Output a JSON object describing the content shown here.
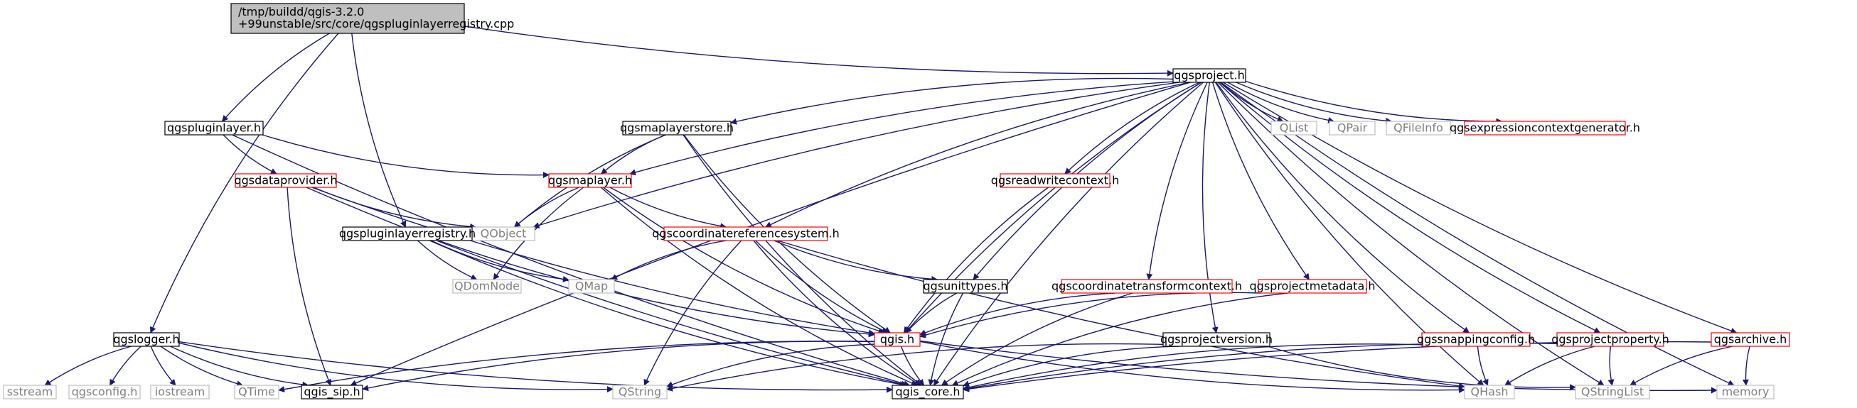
{
  "colors": {
    "edge": "#191970",
    "root_fill": "#bfbfbf",
    "documented_border": "#000000",
    "undocumented_border": "#ff0000",
    "external_border": "#bfbfbf",
    "external_text": "#7f7f7f"
  },
  "nodes": {
    "root": "/tmp/buildd/qgis-3.2.0\n+99unstable/src/core/qgspluginlayerregistry.cpp",
    "qgsproject": "qgsproject.h",
    "qgspluginlayer": "qgspluginlayer.h",
    "qgsdataprovider": "qgsdataprovider.h",
    "qgsmaplayerstore": "qgsmaplayerstore.h",
    "qgsmaplayer": "qgsmaplayer.h",
    "qobject": "QObject",
    "qgspluginlayerregistry": "qgspluginlayerregistry.h",
    "qdomnode": "QDomNode",
    "qmap": "QMap",
    "qgscrs": "qgscoordinatereferencesystem.h",
    "qgsunittypes": "qgsunittypes.h",
    "qgsreadwritecontext": "qgsreadwritecontext.h",
    "qgsctcontext": "qgscoordinatetransformcontext.h",
    "qgsprojectmetadata": "qgsprojectmetadata.h",
    "qlist": "QList",
    "qpair": "QPair",
    "qfileinfo": "QFileInfo",
    "qgsexpctxgen": "qgsexpressioncontextgenerator.h",
    "qgis": "qgis.h",
    "qgsprojectversion": "qgsprojectversion.h",
    "qgssnappingconfig": "qgssnappingconfig.h",
    "qgsprojectproperty": "qgsprojectproperty.h",
    "qgsarchive": "qgsarchive.h",
    "qgslogger": "qgslogger.h",
    "sstream": "sstream",
    "qgsconfig": "qgsconfig.h",
    "iostream": "iostream",
    "qtime": "QTime",
    "qgis_sip": "qgis_sip.h",
    "qstring": "QString",
    "qgis_core": "qgis_core.h",
    "qhash": "QHash",
    "qstringlist": "QStringList",
    "memory": "memory"
  }
}
